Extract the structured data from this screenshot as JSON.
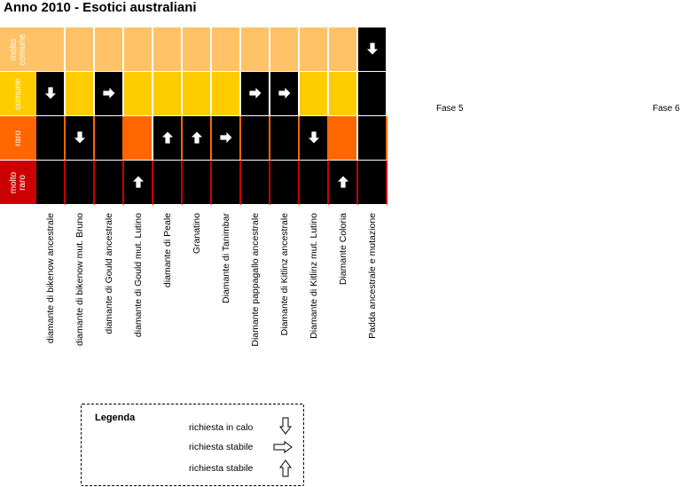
{
  "title": "Anno 2010 - Esotici australiani",
  "rows": [
    {
      "label": "molto\ncomune",
      "color": "#cc0000"
    },
    {
      "label": "comune",
      "color": "#cc0000"
    },
    {
      "label": "raro",
      "color": "#cc0000"
    },
    {
      "label": "molto\nraro",
      "color": "#cc0000"
    }
  ],
  "colors": {
    "molto_comune": "#ffc266",
    "comune": "#ffcc00",
    "raro": "#ff6600",
    "molto_raro": "#cc0000",
    "black": "#000000"
  },
  "species": [
    {
      "name": "diamante di bikenow ancestrale",
      "level": "comune",
      "trend": "down"
    },
    {
      "name": "diamante di bikenow mut. Bruno",
      "level": "raro",
      "trend": "down"
    },
    {
      "name": "diamante di Gould ancestrale",
      "level": "comune",
      "trend": "right"
    },
    {
      "name": "diamante di Gould mut. Lutino",
      "level": "molto raro",
      "trend": "up"
    },
    {
      "name": "diamante di Peale",
      "level": "raro",
      "trend": "up"
    },
    {
      "name": "Granatino",
      "level": "raro",
      "trend": "up"
    },
    {
      "name": "Diamante di Tanimbar",
      "level": "raro",
      "trend": "right"
    },
    {
      "name": "Diamante pappagallo ancestrale",
      "level": "comune",
      "trend": "right"
    },
    {
      "name": "Diamante di Kitlinz ancestrale",
      "level": "comune",
      "trend": "right"
    },
    {
      "name": "Diamante di Kitlinz mut. Lutino",
      "level": "raro",
      "trend": "down"
    },
    {
      "name": "Diamante Coloria",
      "level": "molto raro",
      "trend": "up"
    },
    {
      "name": "Padda ancestrale e mutazione",
      "level": "molto comune",
      "trend": "down"
    }
  ],
  "fase": [
    "Fase 5",
    "Fase 6"
  ],
  "legend": {
    "title": "Legenda",
    "items": [
      {
        "label": "richiesta in calo",
        "icon": "arrow-down-icon"
      },
      {
        "label": "richiesta stabile",
        "icon": "arrow-right-icon"
      },
      {
        "label": "richiesta stabile",
        "icon": "arrow-up-icon"
      }
    ]
  }
}
